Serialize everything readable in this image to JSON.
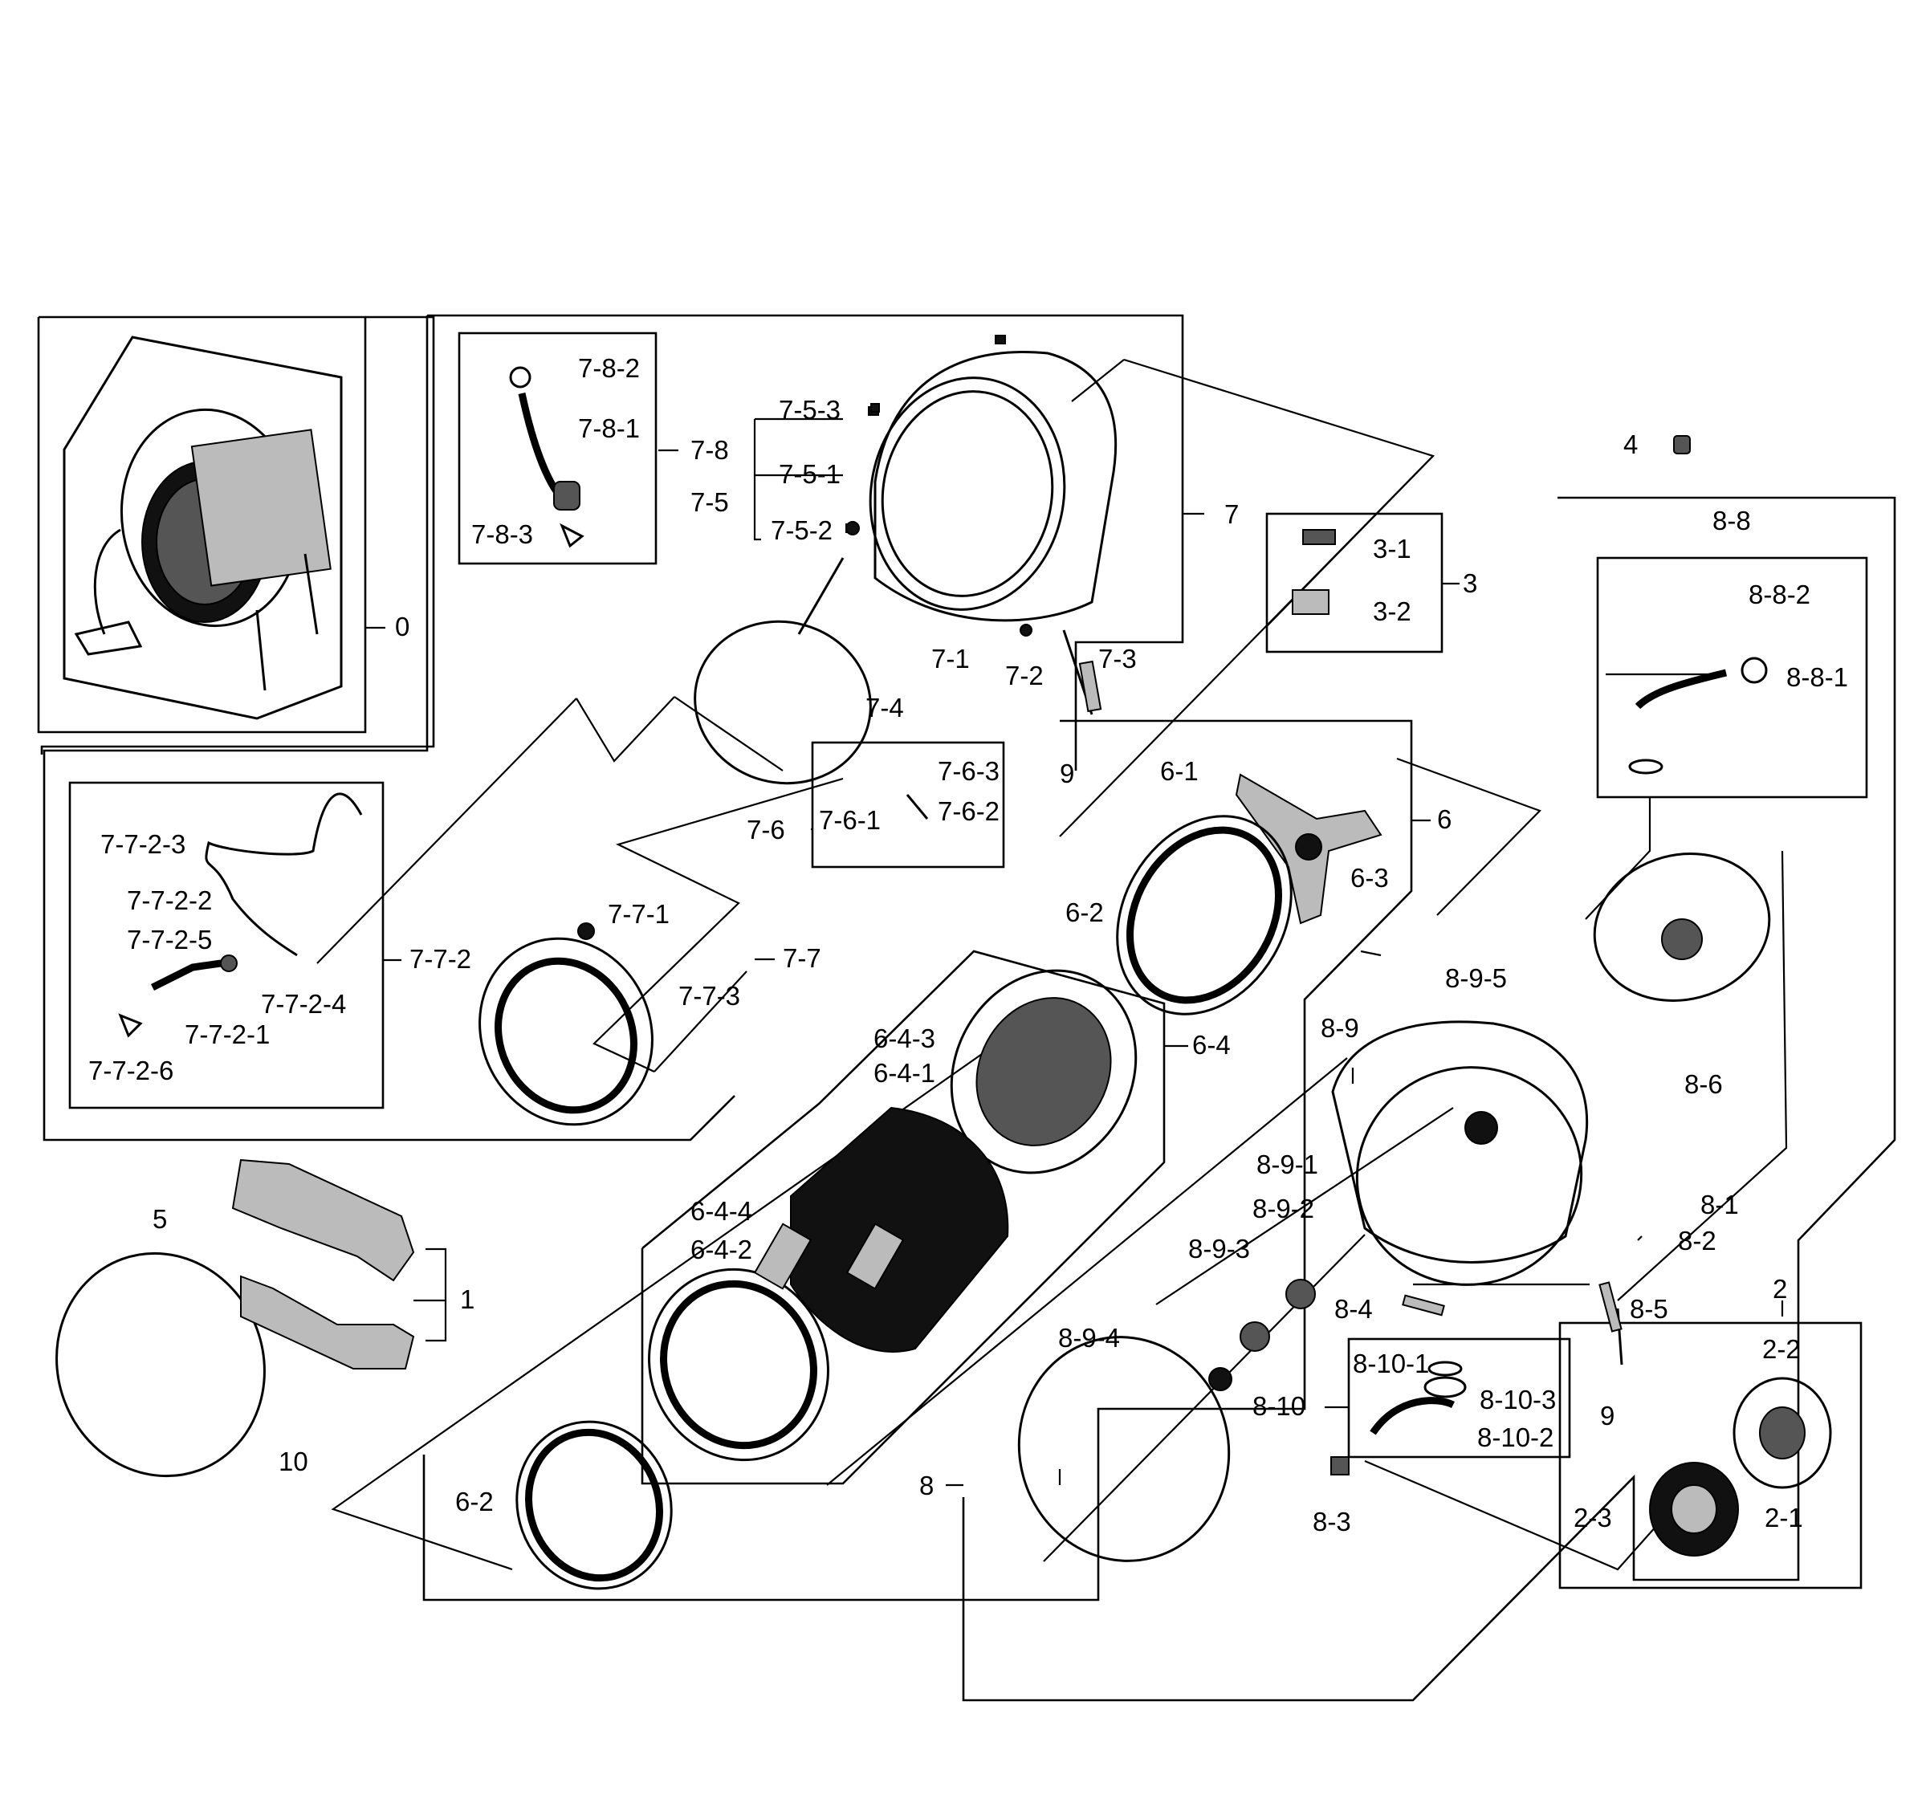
{
  "callouts": {
    "c0": "0",
    "c1": "1",
    "c2": "2",
    "c2_1": "2-1",
    "c2_2": "2-2",
    "c2_3": "2-3",
    "c3": "3",
    "c3_1": "3-1",
    "c3_2": "3-2",
    "c4": "4",
    "c5": "5",
    "c6": "6",
    "c6_1": "6-1",
    "c6_2a": "6-2",
    "c6_2b": "6-2",
    "c6_3": "6-3",
    "c6_4": "6-4",
    "c6_4_1": "6-4-1",
    "c6_4_2": "6-4-2",
    "c6_4_3": "6-4-3",
    "c6_4_4": "6-4-4",
    "c7": "7",
    "c7_1": "7-1",
    "c7_2": "7-2",
    "c7_3": "7-3",
    "c7_4": "7-4",
    "c7_5": "7-5",
    "c7_5_1": "7-5-1",
    "c7_5_2": "7-5-2",
    "c7_5_3": "7-5-3",
    "c7_6": "7-6",
    "c7_6_1": "7-6-1",
    "c7_6_2": "7-6-2",
    "c7_6_3": "7-6-3",
    "c7_7": "7-7",
    "c7_7_1": "7-7-1",
    "c7_7_2": "7-7-2",
    "c7_7_2_1": "7-7-2-1",
    "c7_7_2_2": "7-7-2-2",
    "c7_7_2_3": "7-7-2-3",
    "c7_7_2_4": "7-7-2-4",
    "c7_7_2_5": "7-7-2-5",
    "c7_7_2_6": "7-7-2-6",
    "c7_7_3": "7-7-3",
    "c7_8": "7-8",
    "c7_8_1": "7-8-1",
    "c7_8_2": "7-8-2",
    "c7_8_3": "7-8-3",
    "c8": "8",
    "c8_1": "8-1",
    "c8_2": "8-2",
    "c8_3": "8-3",
    "c8_4": "8-4",
    "c8_5": "8-5",
    "c8_6": "8-6",
    "c8_8": "8-8",
    "c8_8_1": "8-8-1",
    "c8_8_2": "8-8-2",
    "c8_9": "8-9",
    "c8_9_1": "8-9-1",
    "c8_9_2": "8-9-2",
    "c8_9_3": "8-9-3",
    "c8_9_4": "8-9-4",
    "c8_9_5": "8-9-5",
    "c8_10": "8-10",
    "c8_10_1": "8-10-1",
    "c8_10_2": "8-10-2",
    "c8_10_3": "8-10-3",
    "c9a": "9",
    "c9b": "9",
    "c10": "10"
  }
}
